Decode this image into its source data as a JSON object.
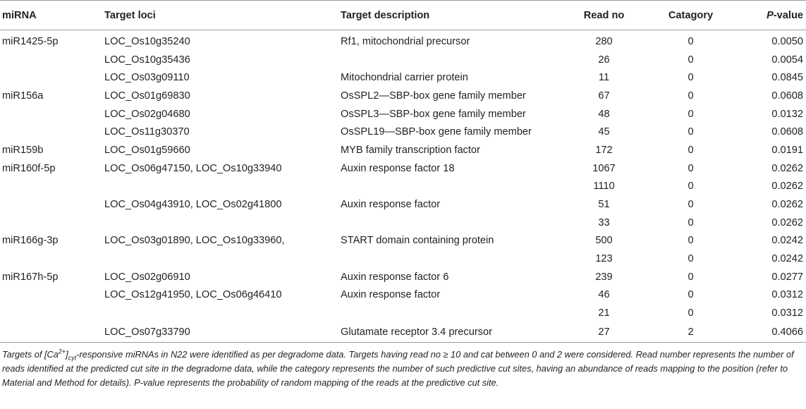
{
  "headers": {
    "mirna": "miRNA",
    "loci": "Target loci",
    "description": "Target description",
    "read_no": "Read no",
    "category": "Catagory",
    "pvalue_italic": "P",
    "pvalue_rest": "-value"
  },
  "rows": [
    {
      "mirna": "miR1425-5p",
      "loci": "LOC_Os10g35240",
      "description": "Rf1, mitochondrial precursor",
      "read_no": "280",
      "category": "0",
      "pvalue": "0.0050"
    },
    {
      "mirna": "",
      "loci": "LOC_Os10g35436",
      "description": "",
      "read_no": "26",
      "category": "0",
      "pvalue": "0.0054"
    },
    {
      "mirna": "",
      "loci": "LOC_Os03g09110",
      "description": "Mitochondrial carrier protein",
      "read_no": "11",
      "category": "0",
      "pvalue": "0.0845"
    },
    {
      "mirna": "miR156a",
      "loci": "LOC_Os01g69830",
      "description": "OsSPL2—SBP-box gene family member",
      "read_no": "67",
      "category": "0",
      "pvalue": "0.0608"
    },
    {
      "mirna": "",
      "loci": "LOC_Os02g04680",
      "description": "OsSPL3—SBP-box gene family member",
      "read_no": "48",
      "category": "0",
      "pvalue": "0.0132"
    },
    {
      "mirna": "",
      "loci": "LOC_Os11g30370",
      "description": "OsSPL19—SBP-box gene family member",
      "read_no": "45",
      "category": "0",
      "pvalue": "0.0608"
    },
    {
      "mirna": "miR159b",
      "loci": "LOC_Os01g59660",
      "description": "MYB family transcription factor",
      "read_no": "172",
      "category": "0",
      "pvalue": "0.0191"
    },
    {
      "mirna": "miR160f-5p",
      "loci": "LOC_Os06g47150,  LOC_Os10g33940",
      "description": "Auxin response factor 18",
      "read_no": "1067",
      "category": "0",
      "pvalue": "0.0262"
    },
    {
      "mirna": "",
      "loci": "",
      "description": "",
      "read_no": "1110",
      "category": "0",
      "pvalue": "0.0262"
    },
    {
      "mirna": "",
      "loci": "LOC_Os04g43910,  LOC_Os02g41800",
      "description": "Auxin response factor",
      "read_no": "51",
      "category": "0",
      "pvalue": "0.0262"
    },
    {
      "mirna": "",
      "loci": "",
      "description": "",
      "read_no": "33",
      "category": "0",
      "pvalue": "0.0262"
    },
    {
      "mirna": "miR166g-3p",
      "loci": "LOC_Os03g01890,  LOC_Os10g33960,",
      "description": "START domain containing protein",
      "read_no": "500",
      "category": "0",
      "pvalue": "0.0242"
    },
    {
      "mirna": "",
      "loci": "",
      "description": "",
      "read_no": "123",
      "category": "0",
      "pvalue": "0.0242"
    },
    {
      "mirna": "miR167h-5p",
      "loci": "LOC_Os02g06910",
      "description": "Auxin response factor 6",
      "read_no": "239",
      "category": "0",
      "pvalue": "0.0277"
    },
    {
      "mirna": "",
      "loci": "LOC_Os12g41950,  LOC_Os06g46410",
      "description": "Auxin response factor",
      "read_no": "46",
      "category": "0",
      "pvalue": "0.0312"
    },
    {
      "mirna": "",
      "loci": "",
      "description": "",
      "read_no": "21",
      "category": "0",
      "pvalue": "0.0312"
    },
    {
      "mirna": "",
      "loci": "LOC_Os07g33790",
      "description": "Glutamate receptor 3.4 precursor",
      "read_no": "27",
      "category": "2",
      "pvalue": "0.4066"
    }
  ],
  "footnote": {
    "prefix": "Targets of [Ca",
    "sup": "2+",
    "mid": "]",
    "sub": "cyt",
    "rest": "-responsive miRNAs in N22 were identified as per degradome data. Targets having read no ≥ 10 and cat between 0 and 2 were considered. Read number represents the number of reads identified at the predicted cut site in the degradome data, while the category represents the number of such predictive cut sites, having an abundance of reads mapping to the position (refer to Material and Method for details). P-value represents the probability of random mapping of the reads at the predictive cut site."
  }
}
